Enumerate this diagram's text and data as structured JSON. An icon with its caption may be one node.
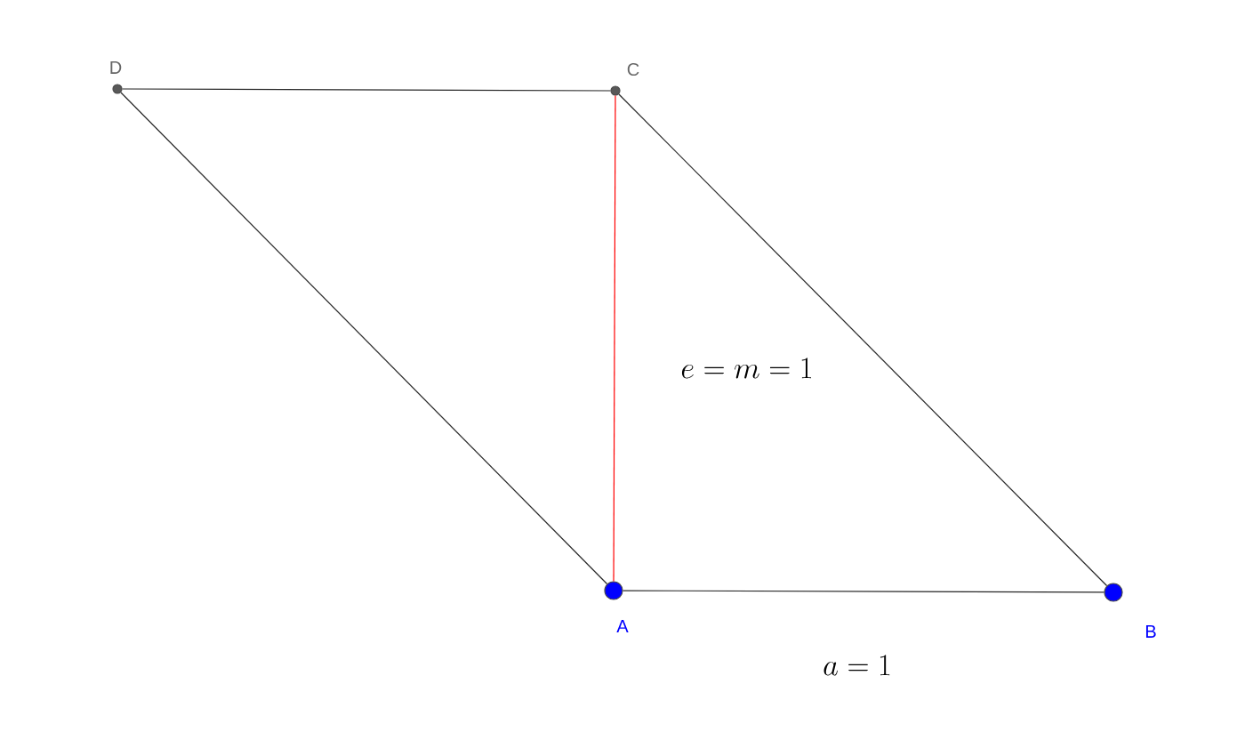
{
  "diagram": {
    "nodes": [
      {
        "text": [],
        "shape": "circle",
        "beside": [
          "D"
        ]
      },
      {
        "text": [],
        "shape": "circle",
        "beside": [
          "C"
        ]
      },
      {
        "text": [],
        "shape": "circle",
        "beside": [
          "A"
        ]
      },
      {
        "text": [],
        "shape": "circle",
        "beside": [
          "B"
        ]
      }
    ],
    "edges": [
      {
        "from": 0,
        "to": 1,
        "arrow": "none"
      },
      {
        "from": 1,
        "to": 3,
        "arrow": "none"
      },
      {
        "from": 3,
        "to": 2,
        "arrow": "none"
      },
      {
        "from": 2,
        "to": 0,
        "arrow": "none"
      },
      {
        "from": 2,
        "to": 1,
        "arrow": "none",
        "color": "#ff0000"
      }
    ],
    "labels": [
      "e = m = 1",
      "a = 1"
    ]
  }
}
